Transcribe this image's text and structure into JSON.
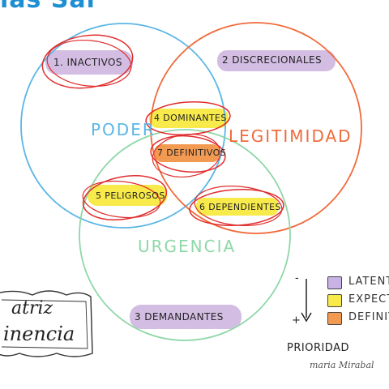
{
  "title_fragment": "ias Sal",
  "sets": {
    "poder": {
      "name": "PODER",
      "color": "#5bb6e6"
    },
    "legitimidad": {
      "name": "LEGITIMIDAD",
      "color": "#f06a3a"
    },
    "urgencia": {
      "name": "URGENCIA",
      "color": "#8fd7a8"
    }
  },
  "stakeholders": [
    {
      "label": "1. INACTIVOS",
      "highlight": "#cfb6e0",
      "circled": true
    },
    {
      "label": "2 DISCRECIONALES",
      "highlight": "#cfb6e0",
      "circled": false
    },
    {
      "label": "4 DOMINANTES",
      "highlight": "#f7ea4a",
      "circled": true
    },
    {
      "label": "7 DEFINITIVOS",
      "highlight": "#f39a52",
      "circled": true
    },
    {
      "label": "5 PELIGROSOS",
      "highlight": "#f7ea4a",
      "circled": true
    },
    {
      "label": "6 DEPENDIENTES",
      "highlight": "#f7ea4a",
      "circled": true
    },
    {
      "label": "3 DEMANDANTES",
      "highlight": "#cfb6e0",
      "circled": false
    }
  ],
  "legend": {
    "items": [
      {
        "label": "LATENT",
        "color": "#c8b2e6"
      },
      {
        "label": "EXPECT",
        "color": "#f7ea4a"
      },
      {
        "label": "DEFINIT",
        "color": "#f39a52"
      }
    ]
  },
  "priority": {
    "minus": "-",
    "plus": "+",
    "label": "PRIORIDAD"
  },
  "signature": "maria Mirabal",
  "matrix_card": {
    "line1": "atriz",
    "line2": "inencia"
  }
}
